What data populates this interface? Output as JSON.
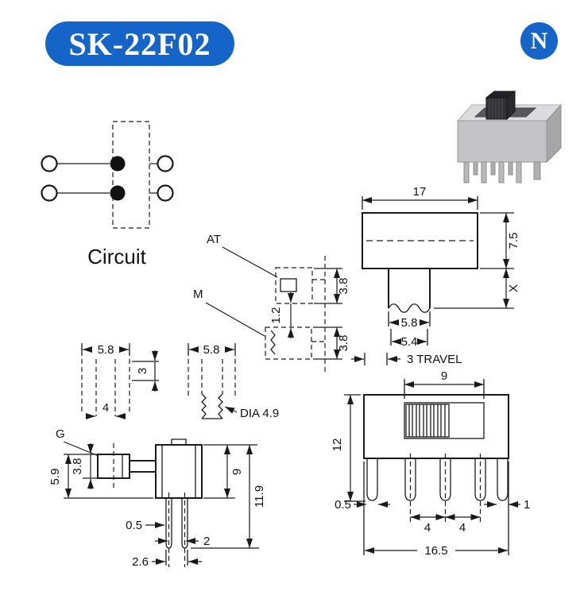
{
  "header": {
    "part_number": "SK-22F02",
    "logo_letter": "N"
  },
  "circuit_diagram": {
    "caption": "Circuit"
  },
  "front_view": {
    "body_width": "17",
    "body_height": "7.5",
    "stem_height": "X",
    "stem_width": "5.8",
    "stem_tip_width": "5.4",
    "travel_note": "3 TRAVEL"
  },
  "bracket_detail": {
    "label_at": "AT",
    "label_m": "M",
    "gap": "1.2",
    "upper_height": "3.8",
    "lower_height": "3.8"
  },
  "side_view": {
    "knob_pos1_width": "5.8",
    "knob_pos2_width": "5.8",
    "overlap": "3",
    "knob_web_width": "4",
    "shaft_dia": "DIA 4.9",
    "label_g": "G",
    "knob_height": "3.8",
    "knob_offset": "5.9",
    "body_height": "9",
    "total_height": "11.9",
    "pin_thickness": "0.5",
    "pin_gap": "2",
    "pin_span": "2.6"
  },
  "bottom_view": {
    "slot_width": "9",
    "total_height": "12",
    "foot_width": "0.5",
    "pin_pitch_1": "4",
    "pin_pitch_2": "4",
    "edge_gap": "1",
    "total_width": "16.5"
  }
}
